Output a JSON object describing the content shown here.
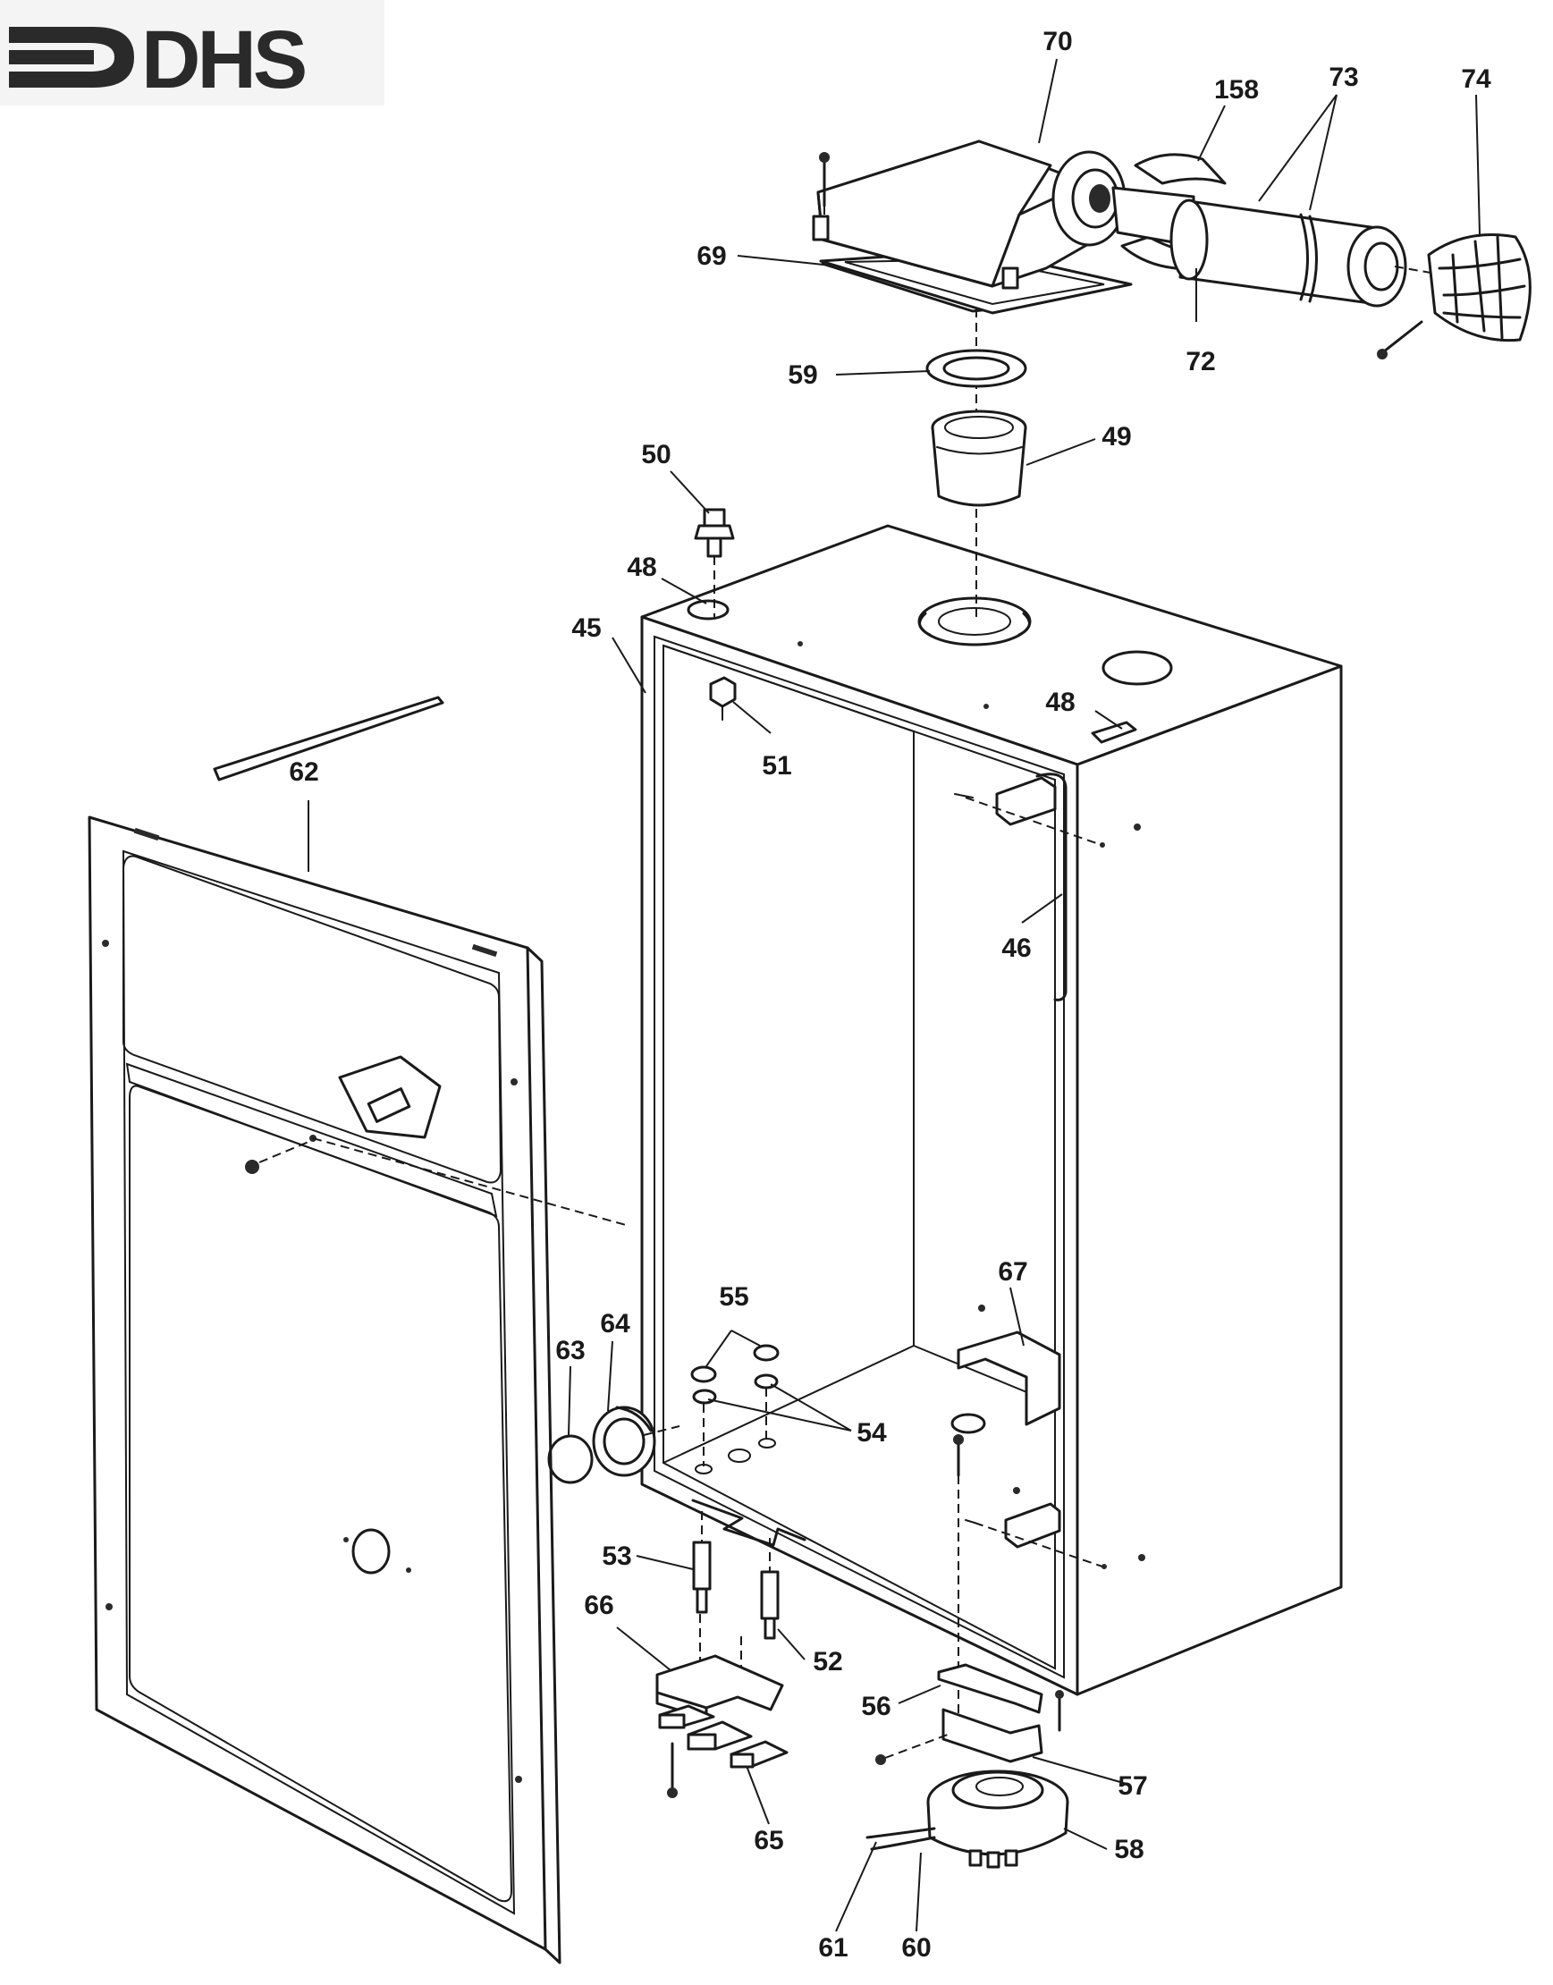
{
  "logo": {
    "text": "DHS",
    "color": "#2a2a2a"
  },
  "callouts": {
    "c70": "70",
    "c158": "158",
    "c73": "73",
    "c74": "74",
    "c69": "69",
    "c72": "72",
    "c59": "59",
    "c49": "49",
    "c50": "50",
    "c48a": "48",
    "c45": "45",
    "c48b": "48",
    "c51": "51",
    "c62": "62",
    "c46": "46",
    "c67": "67",
    "c55": "55",
    "c64": "64",
    "c63": "63",
    "c54": "54",
    "c53": "53",
    "c66": "66",
    "c52": "52",
    "c56": "56",
    "c57": "57",
    "c58": "58",
    "c65": "65",
    "c61": "61",
    "c60": "60"
  }
}
